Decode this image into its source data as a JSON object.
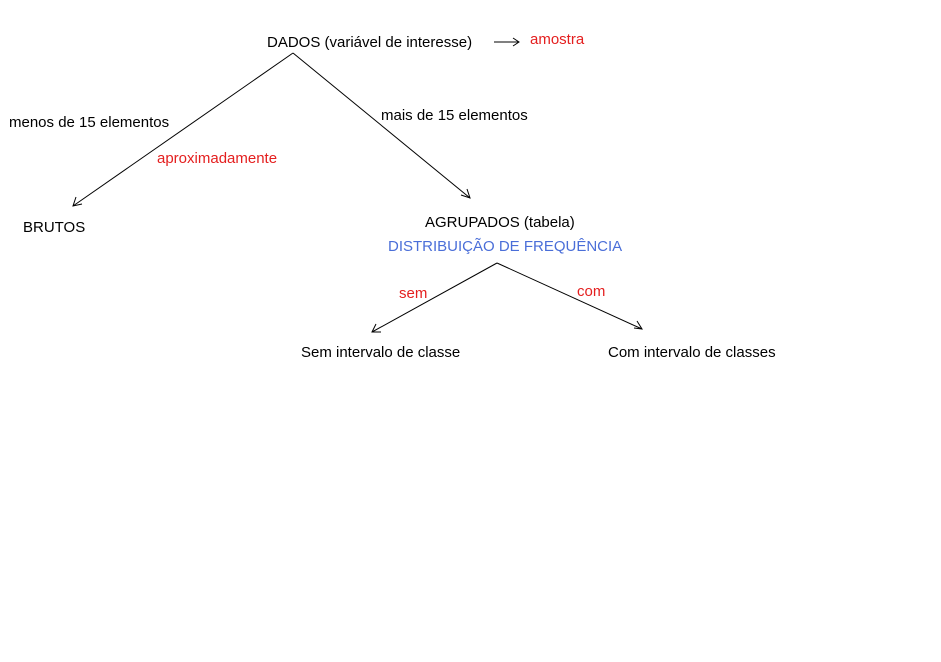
{
  "diagram": {
    "root": {
      "text": "DADOS (variável de interesse)"
    },
    "root_side": {
      "text": "amostra"
    },
    "left_edge": {
      "text": "menos de 15 elementos",
      "note": "aproximadamente"
    },
    "right_edge": {
      "text": "mais de 15 elementos"
    },
    "left_node": {
      "text": "BRUTOS"
    },
    "right_node": {
      "text": "AGRUPADOS (tabela)",
      "subtitle": "DISTRIBUIÇÃO DE FREQUÊNCIA"
    },
    "sub_left_edge": {
      "text": "sem"
    },
    "sub_right_edge": {
      "text": "com"
    },
    "sub_left_node": {
      "text": "Sem intervalo de classe"
    },
    "sub_right_node": {
      "text": "Com intervalo de classes"
    }
  },
  "colors": {
    "text": "#000000",
    "accent_red": "#e41f1f",
    "accent_blue": "#4a6ed8",
    "line": "#000000",
    "background": "#ffffff"
  }
}
